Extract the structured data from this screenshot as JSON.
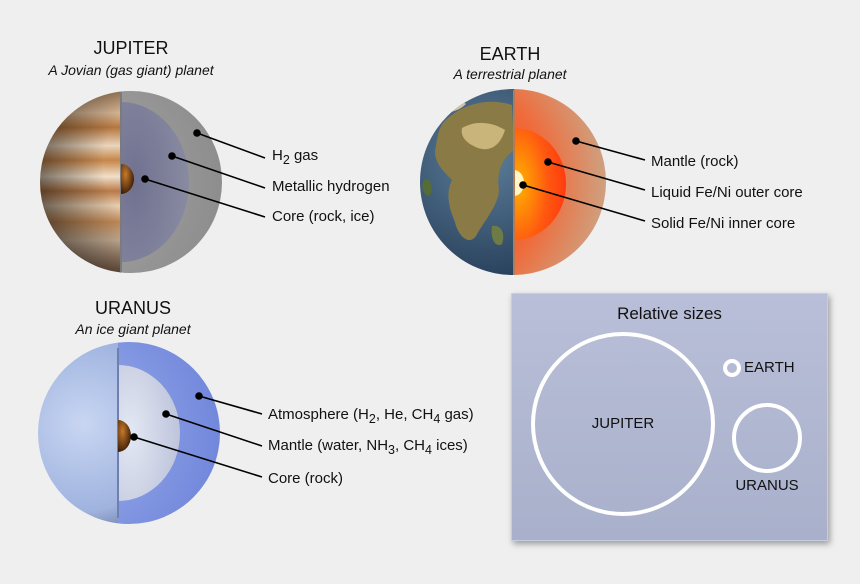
{
  "jupiter": {
    "title": "JUPITER",
    "subtitle": "A Jovian (gas giant) planet",
    "layers": [
      {
        "pre": "H",
        "sub": "2",
        "post": " gas"
      },
      {
        "pre": "Metallic hydrogen",
        "sub": "",
        "post": ""
      },
      {
        "pre": "Core (rock, ice)",
        "sub": "",
        "post": ""
      }
    ]
  },
  "earth": {
    "title": "EARTH",
    "subtitle": "A terrestrial planet",
    "layers": [
      {
        "text": "Mantle (rock)"
      },
      {
        "text": "Liquid Fe/Ni outer core"
      },
      {
        "text": "Solid Fe/Ni inner core"
      }
    ]
  },
  "uranus": {
    "title": "URANUS",
    "subtitle": "An ice giant planet",
    "atmosphere": {
      "t1": "Atmosphere (H",
      "s1": "2",
      "t2": ", He, CH",
      "s2": "4",
      "t3": " gas)"
    },
    "mantle": {
      "t1": "Mantle (water, NH",
      "s1": "3",
      "t2": ", CH",
      "s2": "4",
      "t3": " ices)"
    },
    "core": "Core (rock)"
  },
  "relative_sizes": {
    "title": "Relative sizes",
    "jupiter": "JUPITER",
    "earth": "EARTH",
    "uranus": "URANUS"
  },
  "colors": {
    "panel_bg": "#b2b8d2",
    "jupiter_band": "#c98a4e",
    "earth_mantle": "#e8572a",
    "uranus_atmosphere": "#7f93e0"
  }
}
